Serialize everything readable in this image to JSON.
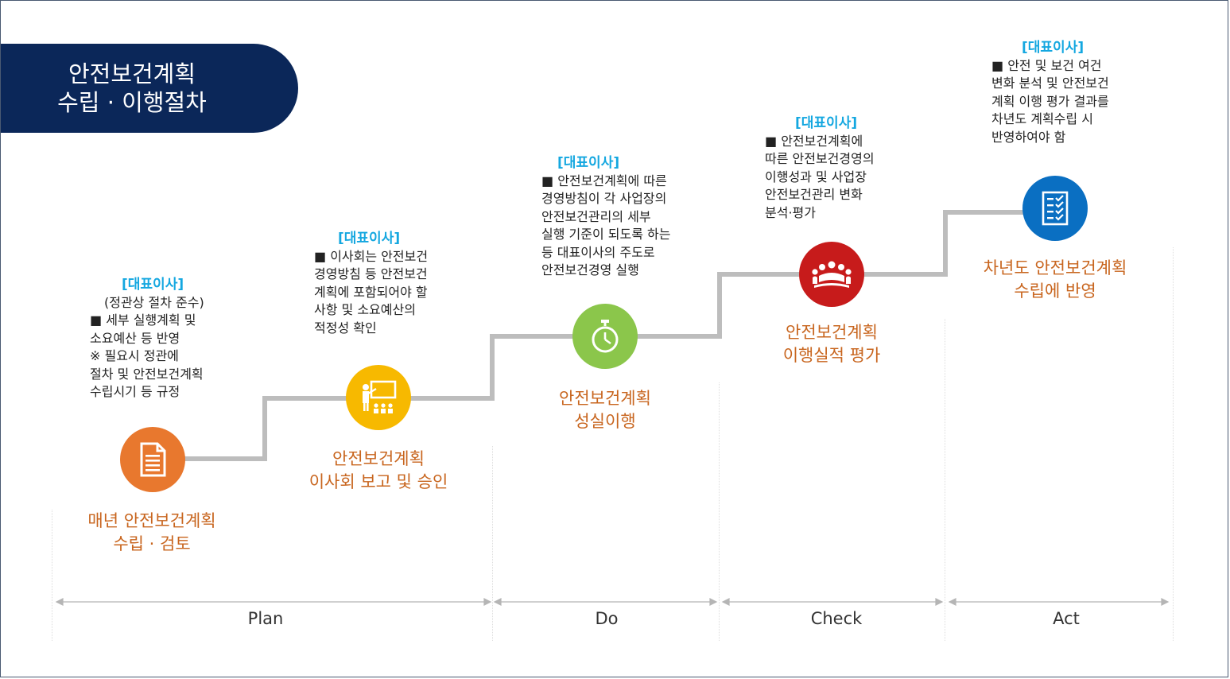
{
  "title": {
    "line1": "안전보건계획",
    "line2": "수립 · 이행절차"
  },
  "colors": {
    "navy": "#0b2759",
    "orange": "#e8782e",
    "yellow": "#f7b900",
    "green": "#8bc64b",
    "red": "#c71b1b",
    "blue": "#0a6fc2",
    "label": "#c8651e",
    "head": "#14a7e0",
    "line": "#bdbdbd"
  },
  "steps": [
    {
      "icon": "document-icon",
      "label": [
        "매년 안전보건계획",
        "수립 · 검토"
      ]
    },
    {
      "icon": "presentation-icon",
      "label": [
        "안전보건계획",
        "이사회 보고 및 승인"
      ]
    },
    {
      "icon": "stopwatch-icon",
      "label": [
        "안전보건계획",
        "성실이행"
      ]
    },
    {
      "icon": "meeting-icon",
      "label": [
        "안전보건계획",
        "이행실적 평가"
      ]
    },
    {
      "icon": "checklist-icon",
      "label": [
        "차년도 안전보건계획",
        "수립에 반영"
      ]
    }
  ],
  "annotations": [
    {
      "head": "[대표이사]",
      "lines": [
        "(정관상 절차 준수)",
        "■ 세부 실행계획 및",
        "소요예산 등 반영",
        "※ 필요시 정관에",
        "절차 및 안전보건계획",
        "수립시기 등 규정"
      ]
    },
    {
      "head": "[대표이사]",
      "lines": [
        "■ 이사회는 안전보건",
        "경영방침 등 안전보건",
        "계획에 포함되어야 할",
        "사항 및 소요예산의",
        "적정성 확인"
      ]
    },
    {
      "head": "[대표이사]",
      "lines": [
        "■ 안전보건계획에 따른",
        "경영방침이 각 사업장의",
        "안전보건관리의 세부",
        "실행 기준이 되도록 하는",
        "등 대표이사의 주도로",
        "안전보건경영 실행"
      ]
    },
    {
      "head": "[대표이사]",
      "lines": [
        "■ 안전보건계획에",
        "따른 안전보건경영의",
        "이행성과 및 사업장",
        "안전보건관리 변화",
        "분석·평가"
      ]
    },
    {
      "head": "[대표이사]",
      "lines": [
        "■ 안전 및 보건 여건",
        "변화 분석 및 안전보건",
        "계획 이행 평가 결과를",
        "차년도 계획수립 시",
        "반영하여야 함"
      ]
    }
  ],
  "phases": [
    "Plan",
    "Do",
    "Check",
    "Act"
  ]
}
